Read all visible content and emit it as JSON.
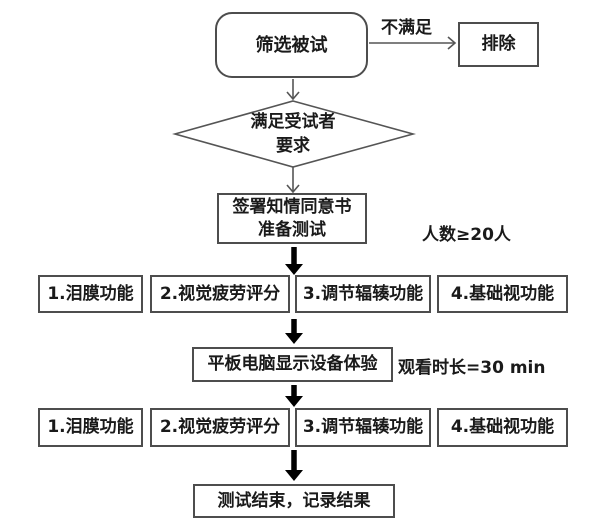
{
  "diagram": {
    "start": "筛选被试",
    "branch_label": "不满足",
    "exclude": "排除",
    "decision": {
      "line1": "满足受试者",
      "line2": "要求"
    },
    "consent": {
      "line1": "签署知情同意书",
      "line2": "准备测试"
    },
    "participants_note": "人数≥20人",
    "test_items": [
      "1.泪膜功能",
      "2.视觉疲劳评分",
      "3.调节辐辏功能",
      "4.基础视功能"
    ],
    "experience": "平板电脑显示设备体验",
    "duration_note": "观看时长=30 min",
    "end": "测试结束，记录结果"
  },
  "colors": {
    "line": "#555555",
    "thick_arrow": "#000000",
    "border": "#4d4d4d",
    "text": "#1a1a1a",
    "background": "#ffffff"
  }
}
